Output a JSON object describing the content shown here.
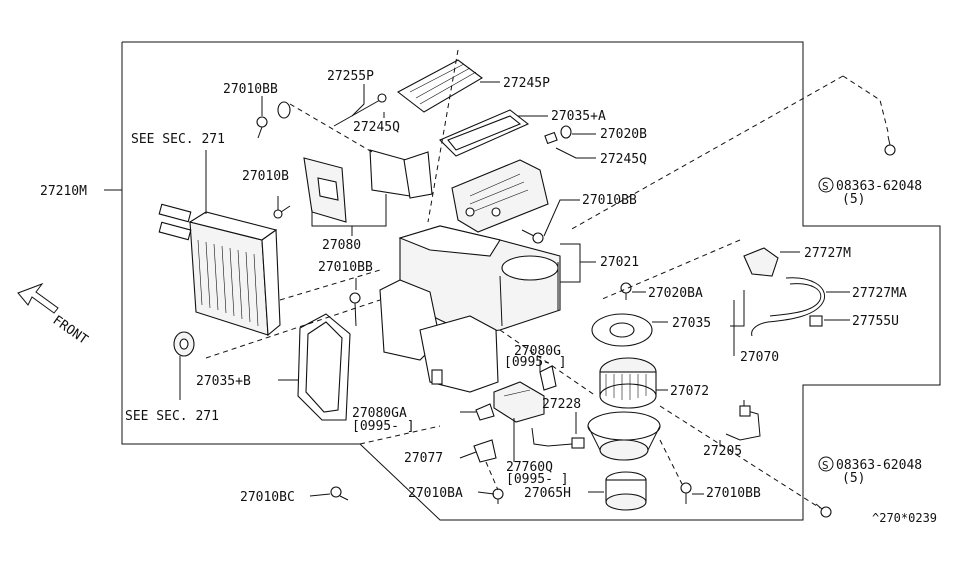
{
  "labels": {
    "p27210M": "27210M",
    "p27010BB_a": "27010BB",
    "p27255P": "27255P",
    "p27245P": "27245P",
    "p27245Q_a": "27245Q",
    "p27035A": "27035+A",
    "p27020B": "27020B",
    "p27245Q_b": "27245Q",
    "see271_a": "SEE SEC. 271",
    "p27010B": "27010B",
    "p27010BB_b": "27010BB",
    "p27080": "27080",
    "p27021": "27021",
    "p27010BB_c": "27010BB",
    "p27727M": "27727M",
    "p27727MA": "27727MA",
    "p27755U": "27755U",
    "p27020BA": "27020BA",
    "p27035": "27035",
    "p27080G": "27080G",
    "p27080G_date": "[0995-   ]",
    "p27070": "27070",
    "p27072": "27072",
    "p27035B": "27035+B",
    "see271_b": "SEE SEC. 271",
    "p27080GA": "27080GA",
    "p27080GA_date": "[0995-   ]",
    "p27228": "27228",
    "p27077": "27077",
    "p27760Q": "27760Q",
    "p27760Q_date": "[0995-   ]",
    "p27205": "27205",
    "p27010BC": "27010BC",
    "p27010BA": "27010BA",
    "p27065H": "27065H",
    "p27010BB_d": "27010BB",
    "screw_a": "08363-62048",
    "screw_a_qty": "(5)",
    "screw_b": "08363-62048",
    "screw_b_qty": "(5)",
    "s_symbol": "S",
    "front": "FRONT",
    "ref": "^270*0239"
  }
}
